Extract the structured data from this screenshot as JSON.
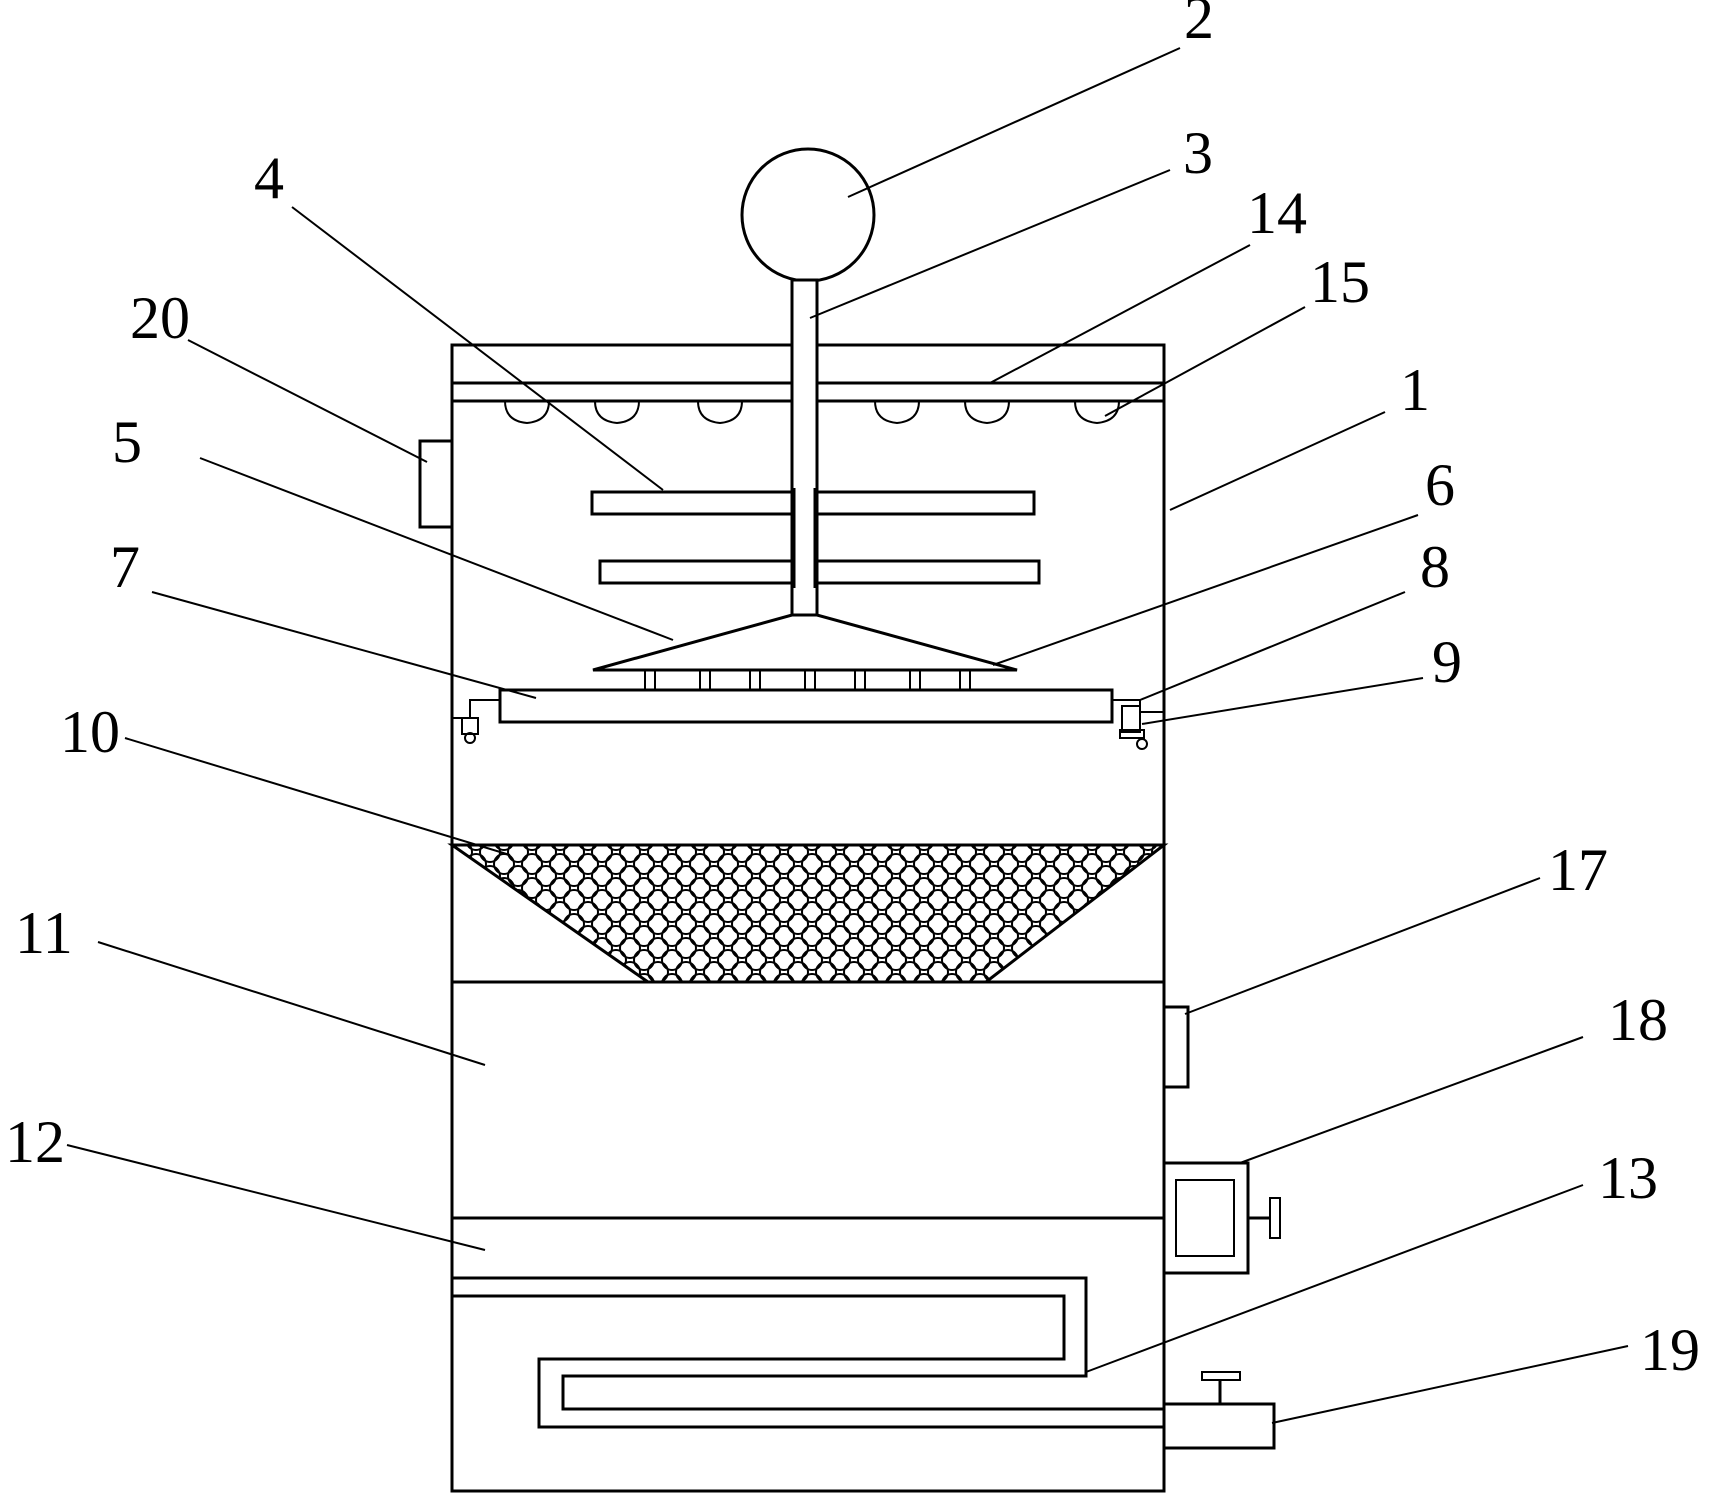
{
  "diagram": {
    "labels": [
      {
        "id": "label-2",
        "text": "2"
      },
      {
        "id": "label-3",
        "text": "3"
      },
      {
        "id": "label-4",
        "text": "4"
      },
      {
        "id": "label-14",
        "text": "14"
      },
      {
        "id": "label-15",
        "text": "15"
      },
      {
        "id": "label-20",
        "text": "20"
      },
      {
        "id": "label-1",
        "text": "1"
      },
      {
        "id": "label-5",
        "text": "5"
      },
      {
        "id": "label-6",
        "text": "6"
      },
      {
        "id": "label-7",
        "text": "7"
      },
      {
        "id": "label-8",
        "text": "8"
      },
      {
        "id": "label-9",
        "text": "9"
      },
      {
        "id": "label-10",
        "text": "10"
      },
      {
        "id": "label-17",
        "text": "17"
      },
      {
        "id": "label-11",
        "text": "11"
      },
      {
        "id": "label-18",
        "text": "18"
      },
      {
        "id": "label-12",
        "text": "12"
      },
      {
        "id": "label-13",
        "text": "13"
      },
      {
        "id": "label-19",
        "text": "19"
      }
    ]
  }
}
